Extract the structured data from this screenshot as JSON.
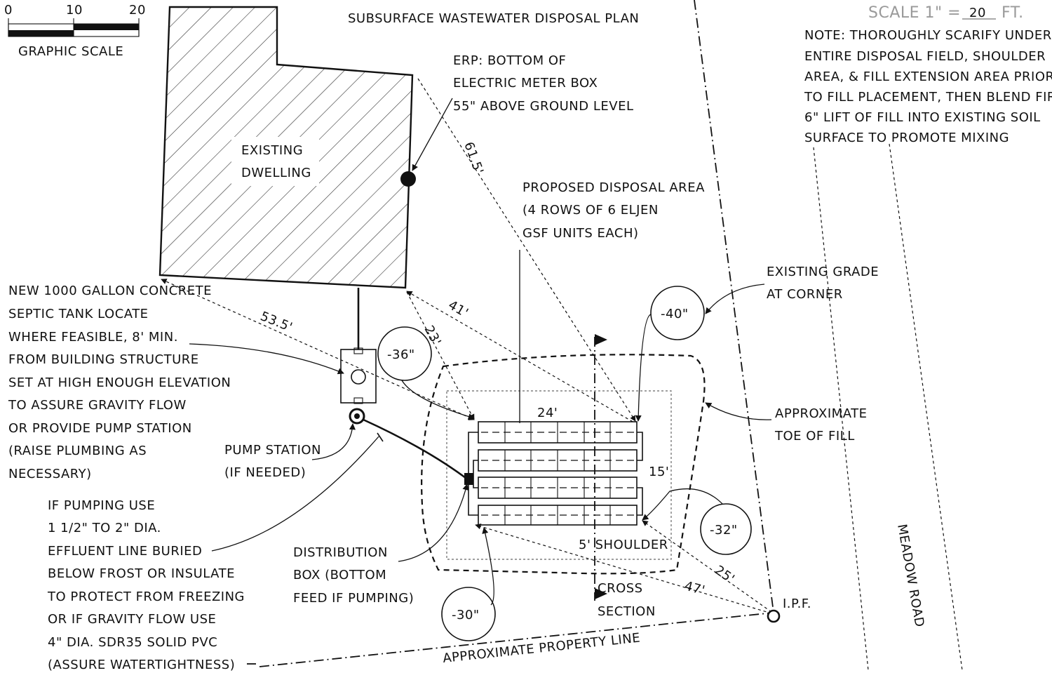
{
  "title": "SUBSURFACE WASTEWATER DISPOSAL PLAN",
  "scale": {
    "prefix": "SCALE 1\" =",
    "value": "20",
    "unit": "FT."
  },
  "graphic_scale": {
    "label": "GRAPHIC SCALE",
    "ticks": [
      "0",
      "10",
      "20"
    ]
  },
  "note": [
    "NOTE: THOROUGHLY SCARIFY UNDER",
    "ENTIRE DISPOSAL FIELD, SHOULDER",
    "AREA, & FILL EXTENSION AREA PRIOR",
    "TO FILL PLACEMENT, THEN BLEND FIRST",
    "6\" LIFT OF FILL INTO EXISTING SOIL",
    "SURFACE TO PROMOTE MIXING"
  ],
  "dwelling": [
    "EXISTING",
    "DWELLING"
  ],
  "erp": [
    "ERP: BOTTOM OF",
    "ELECTRIC METER BOX",
    "55\" ABOVE GROUND LEVEL"
  ],
  "disposal_area": [
    "PROPOSED DISPOSAL AREA",
    "(4 ROWS OF 6 ELJEN",
    "GSF UNITS EACH)"
  ],
  "existing_grade": [
    "EXISTING GRADE",
    "AT CORNER"
  ],
  "septic_tank": [
    "NEW 1000 GALLON CONCRETE",
    "SEPTIC TANK LOCATE",
    "WHERE FEASIBLE, 8' MIN.",
    "FROM BUILDING STRUCTURE",
    "SET AT HIGH ENOUGH ELEVATION",
    "TO ASSURE GRAVITY FLOW",
    "OR PROVIDE PUMP STATION",
    "(RAISE PLUMBING AS",
    "NECESSARY)"
  ],
  "pump_station": [
    "PUMP STATION",
    "(IF NEEDED)"
  ],
  "pumping_note": [
    "IF PUMPING USE",
    "1 1/2\" TO 2\" DIA.",
    "EFFLUENT LINE BURIED",
    "BELOW FROST OR INSULATE",
    "TO PROTECT FROM FREEZING",
    "OR IF GRAVITY FLOW USE",
    "4\" DIA. SDR35 SOLID PVC",
    "(ASSURE WATERTIGHTNESS)"
  ],
  "distribution_box": [
    "DISTRIBUTION",
    "BOX (BOTTOM",
    "FEED IF PUMPING)"
  ],
  "toe_of_fill": [
    "APPROXIMATE",
    "TOE OF FILL"
  ],
  "shoulder": "5' SHOULDER",
  "cross_section": [
    "CROSS",
    "SECTION"
  ],
  "ipf": "I.P.F.",
  "property_line": "APPROXIMATE PROPERTY LINE",
  "road": "MEADOW ROAD",
  "dimensions": {
    "d61_5": "61.5'",
    "d53_5": "53.5'",
    "d41": "41'",
    "d23": "23'",
    "d24": "24'",
    "d15": "15'",
    "d25": "25'",
    "d47": "47'"
  },
  "elevations": {
    "e36": "-36\"",
    "e40": "-40\"",
    "e32": "-32\"",
    "e30": "-30\""
  }
}
